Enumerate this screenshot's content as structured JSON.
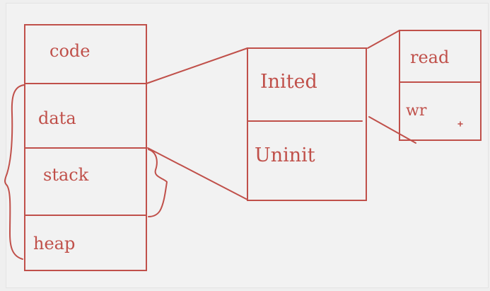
{
  "diagram": {
    "accent_color": "#c0504a",
    "memory_layout": {
      "segments": [
        "code",
        "data",
        "stack",
        "heap"
      ]
    },
    "data_segment": {
      "parts": [
        "Inited",
        "Uninit"
      ]
    },
    "inited_segment": {
      "parts": [
        "read",
        "wr"
      ]
    }
  }
}
